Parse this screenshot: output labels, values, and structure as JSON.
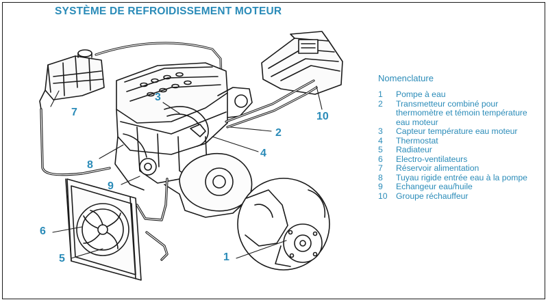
{
  "title": "SYSTÈME DE REFROIDISSEMENT MOTEUR",
  "legend": {
    "heading": "Nomenclature",
    "items": [
      {
        "num": "1",
        "label": "Pompe à eau"
      },
      {
        "num": "2",
        "label": "Transmetteur combiné pour thermomètre et témoin température eau moteur"
      },
      {
        "num": "3",
        "label": "Capteur température eau moteur"
      },
      {
        "num": "4",
        "label": "Thermostat"
      },
      {
        "num": "5",
        "label": "Radiateur"
      },
      {
        "num": "6",
        "label": "Electro-ventilateurs"
      },
      {
        "num": "7",
        "label": "Réservoir alimentation"
      },
      {
        "num": "8",
        "label": "Tuyau rigide entrée eau à la pompe"
      },
      {
        "num": "9",
        "label": "Echangeur eau/huile"
      },
      {
        "num": "10",
        "label": "Groupe réchauffeur"
      }
    ]
  },
  "callouts": {
    "c1": "1",
    "c2": "2",
    "c3": "3",
    "c4": "4",
    "c5": "5",
    "c6": "6",
    "c7": "7",
    "c8": "8",
    "c9": "9",
    "c10": "10"
  },
  "colors": {
    "accent": "#2a8bb8",
    "line": "#1a1a1a"
  }
}
